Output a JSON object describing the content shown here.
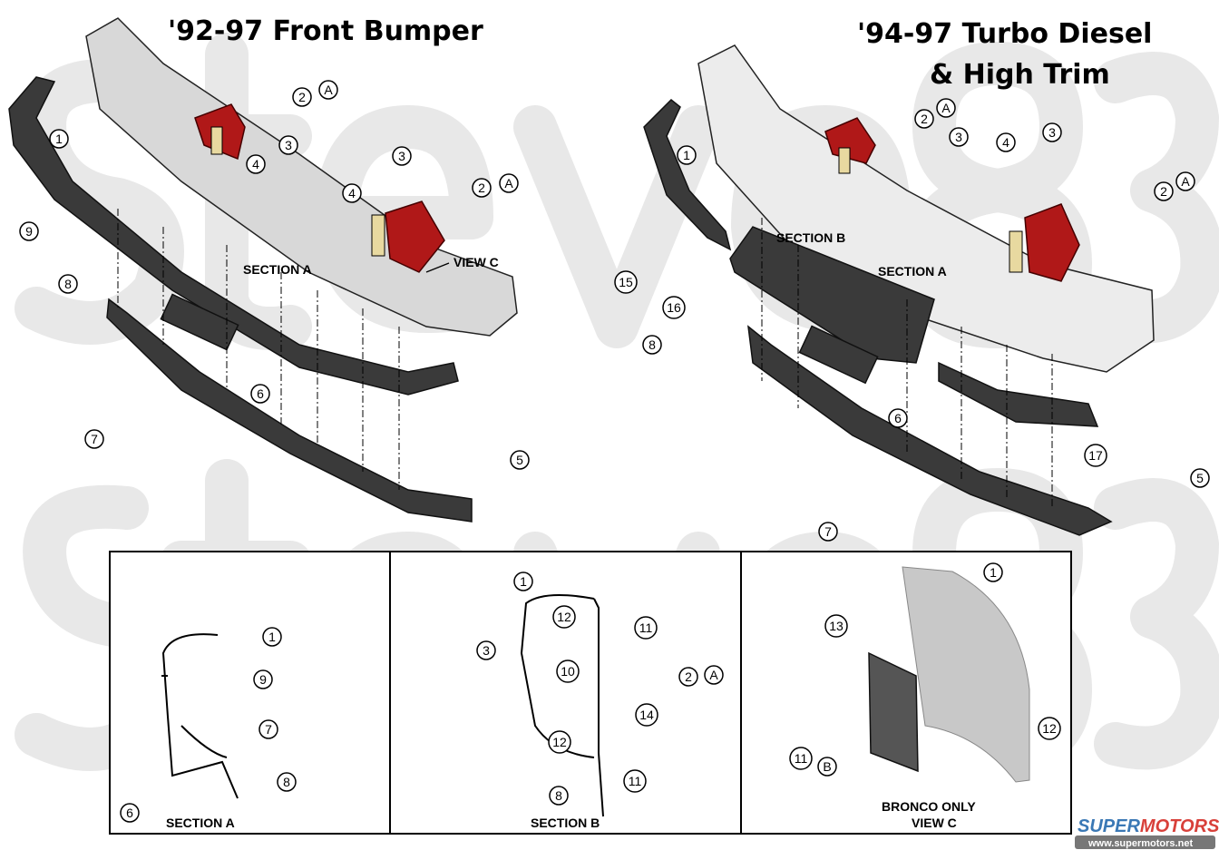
{
  "watermark": "steve83",
  "titles": {
    "left": "'92-97 Front Bumper",
    "right_line1": "'94-97 Turbo Diesel",
    "right_line2": "& High Trim"
  },
  "labels": {
    "section_a_left": "SECTION A",
    "view_c": "VIEW C",
    "section_b_right": "SECTION B",
    "section_a_right": "SECTION A",
    "panel1_caption": "SECTION A",
    "panel2_caption": "SECTION B",
    "panel3_caption_line1": "BRONCO ONLY",
    "panel3_caption_line2": "VIEW C"
  },
  "callouts": [
    "2",
    "A",
    "1",
    "3",
    "4",
    "3",
    "4",
    "2",
    "A",
    "9",
    "8",
    "6",
    "7",
    "5",
    "2",
    "A",
    "3",
    "4",
    "3",
    "1",
    "2",
    "A",
    "15",
    "16",
    "8",
    "6",
    "17",
    "7",
    "5",
    "1",
    "9",
    "7",
    "8",
    "6",
    "1",
    "12",
    "11",
    "3",
    "10",
    "2",
    "A",
    "14",
    "12",
    "11",
    "8",
    "1",
    "13",
    "12",
    "B",
    "11"
  ],
  "logo": {
    "brand_a": "SUPER",
    "brand_b": "MOTORS",
    "url": "www.supermotors.net",
    "color_a": "#3a78b5",
    "color_b": "#d8403a"
  }
}
